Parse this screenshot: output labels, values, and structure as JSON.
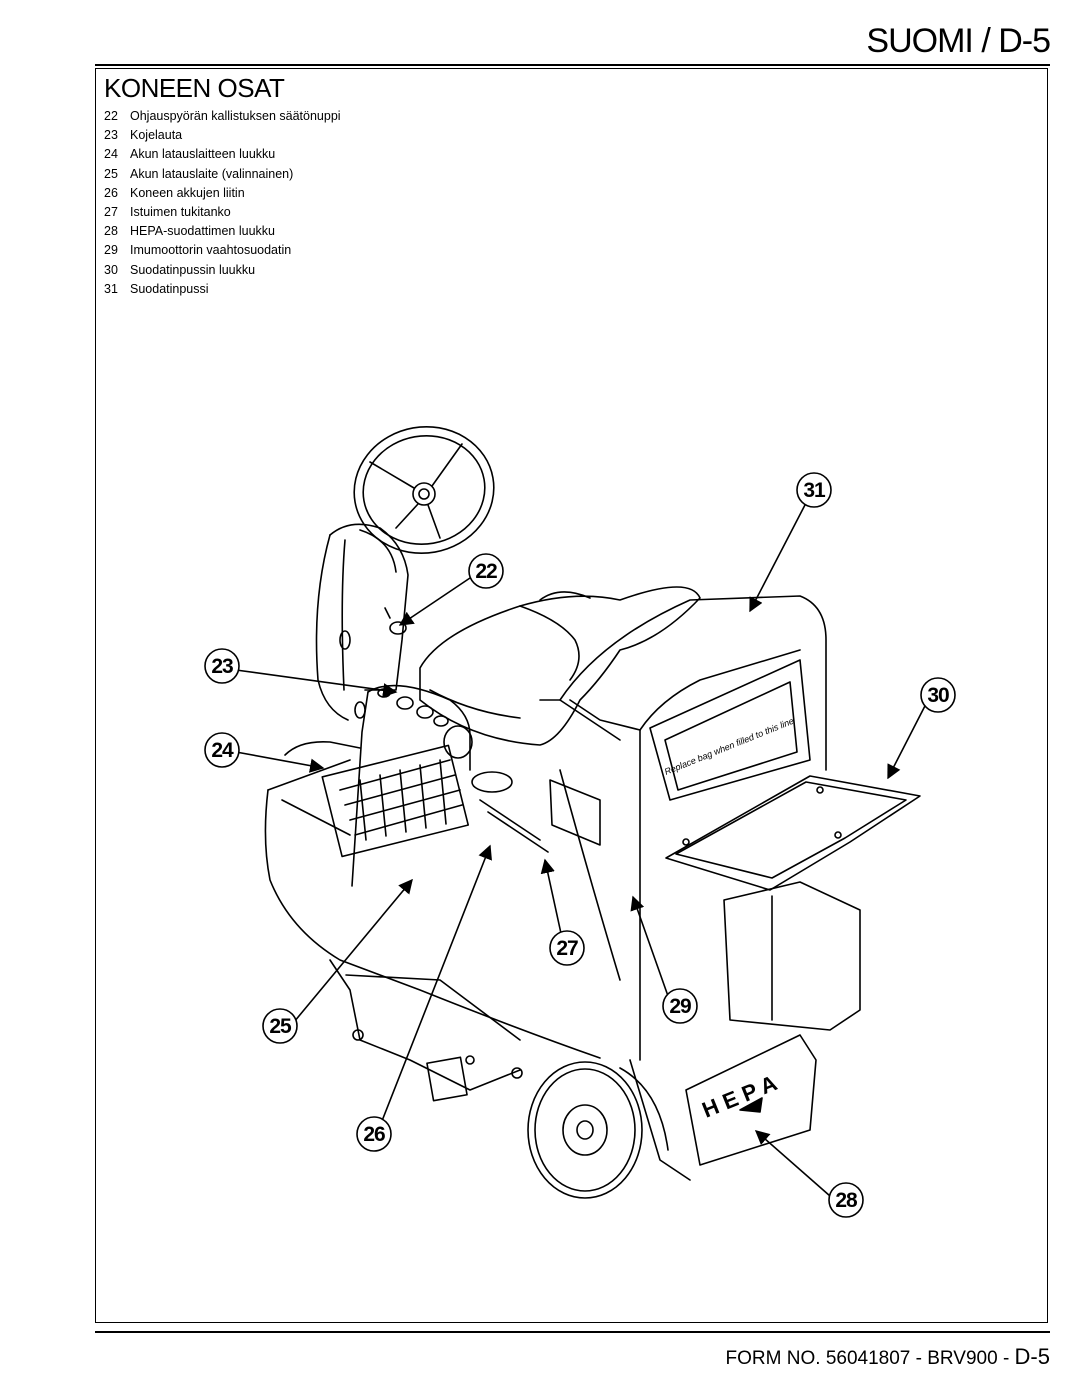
{
  "header": {
    "title": "SUOMI / D-5"
  },
  "section": {
    "title": "KONEEN OSAT"
  },
  "parts": [
    {
      "num": "22",
      "label": "Ohjauspyörän kallistuksen säätönuppi"
    },
    {
      "num": "23",
      "label": "Kojelauta"
    },
    {
      "num": "24",
      "label": "Akun latauslaitteen luukku"
    },
    {
      "num": "25",
      "label": "Akun latauslaite (valinnainen)"
    },
    {
      "num": "26",
      "label": "Koneen akkujen liitin"
    },
    {
      "num": "27",
      "label": "Istuimen tukitanko"
    },
    {
      "num": "28",
      "label": "HEPA-suodattimen luukku"
    },
    {
      "num": "29",
      "label": "Imumoottorin vaahtosuodatin"
    },
    {
      "num": "30",
      "label": "Suodatinpussin luukku"
    },
    {
      "num": "31",
      "label": "Suodatinpussi"
    }
  ],
  "diagram": {
    "callouts": [
      "22",
      "23",
      "24",
      "25",
      "26",
      "27",
      "28",
      "29",
      "30",
      "31"
    ],
    "door_text": "Replace bag when filled to this line",
    "hepa_text": "H E P A"
  },
  "footer": {
    "form_text": "FORM NO. 56041807 - BRV900 - ",
    "page": "D-5"
  }
}
